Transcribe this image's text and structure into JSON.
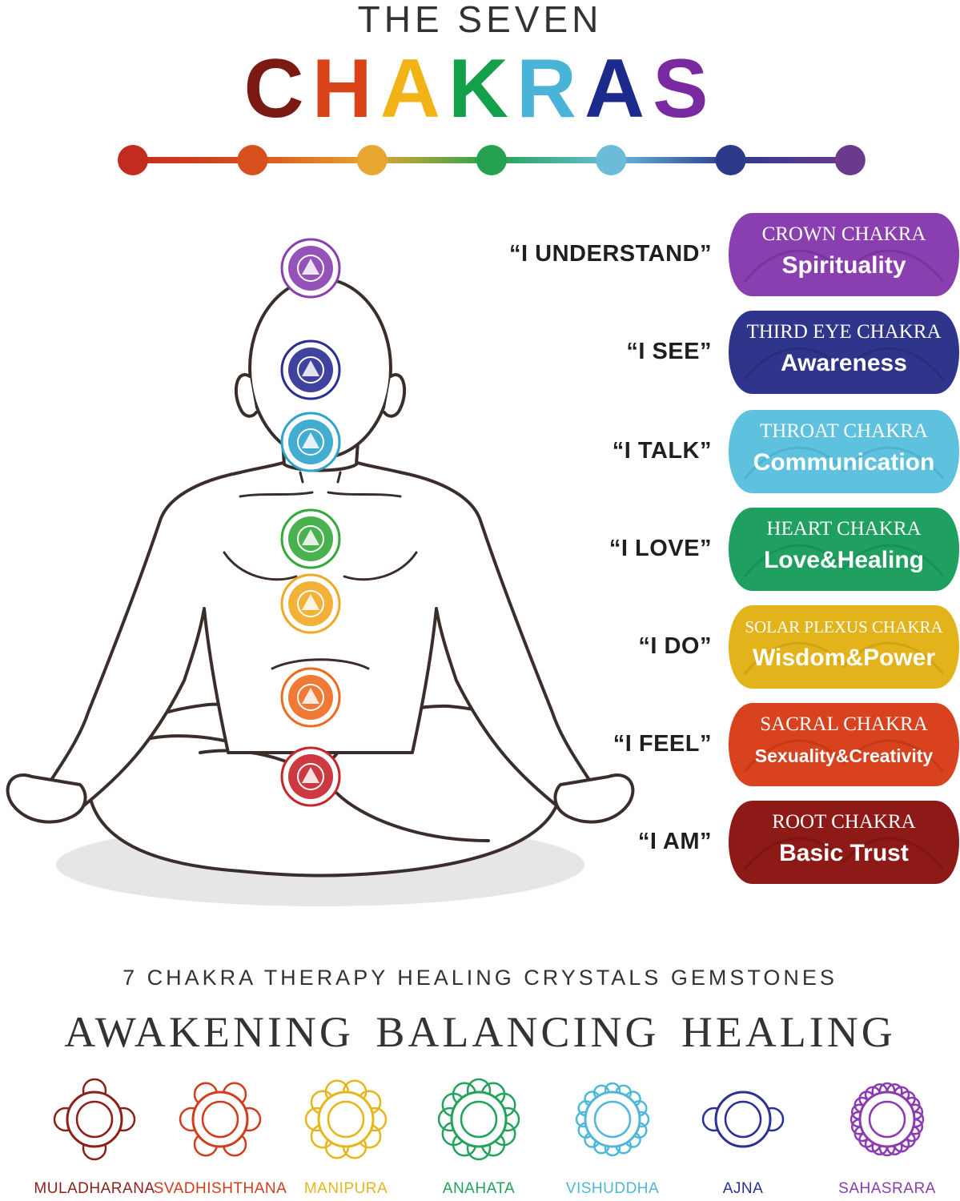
{
  "header": {
    "top_line": "THE SEVEN",
    "title_letters": [
      {
        "ch": "C",
        "color": "#7a1a12"
      },
      {
        "ch": "H",
        "color": "#d84218"
      },
      {
        "ch": "A",
        "color": "#f2b316"
      },
      {
        "ch": "K",
        "color": "#12a04a"
      },
      {
        "ch": "R",
        "color": "#4ab3d8"
      },
      {
        "ch": "A",
        "color": "#1c2a8c"
      },
      {
        "ch": "S",
        "color": "#7a2aa0"
      }
    ]
  },
  "rainbow_colors": [
    "#c42b20",
    "#d8501d",
    "#e9a531",
    "#24a24f",
    "#6bbcd8",
    "#2b3b8a",
    "#6a3a8c"
  ],
  "chakras": [
    {
      "quote": "“I UNDERSTAND”",
      "name": "CROWN CHAKRA",
      "value": "Spirituality",
      "color": "#8a3fb0",
      "dark": "#6e2d92"
    },
    {
      "quote": "“I SEE”",
      "name": "THIRD EYE CHAKRA",
      "value": "Awareness",
      "color": "#2f358a",
      "dark": "#252a72"
    },
    {
      "quote": "“I TALK”",
      "name": "THROAT CHAKRA",
      "value": "Communication",
      "color": "#5ec1de",
      "dark": "#44a9c8"
    },
    {
      "quote": "“I LOVE”",
      "name": "HEART CHAKRA",
      "value": "Love&Healing",
      "color": "#1fa060",
      "dark": "#16854e"
    },
    {
      "quote": "“I DO”",
      "name": "SOLAR PLEXUS CHAKRA",
      "value": "Wisdom&Power",
      "color": "#e2b31b",
      "dark": "#c69a10"
    },
    {
      "quote": "“I FEEL”",
      "name": "SACRAL CHAKRA",
      "value": "Sexuality&Creativity",
      "color": "#d8421f",
      "dark": "#b93414"
    },
    {
      "quote": "“I AM”",
      "name": "ROOT CHAKRA",
      "value": "Basic Trust",
      "color": "#8e1a18",
      "dark": "#731210"
    }
  ],
  "body_icon_colors": [
    "#8a3fb0",
    "#2b2f92",
    "#2ea3cc",
    "#35a83a",
    "#f2a922",
    "#ee6a1f",
    "#c7242b"
  ],
  "subtitle": "7 CHAKRA THERAPY HEALING CRYSTALS GEMSTONES",
  "tagline": "AWAKENING  BALANCING  HEALING",
  "sanskrit": [
    {
      "name": "MULADHARANA",
      "color": "#8e1f18"
    },
    {
      "name": "SVADHISHTHANA",
      "color": "#d23c1c"
    },
    {
      "name": "MANIPURA",
      "color": "#e5b71c"
    },
    {
      "name": "ANAHATA",
      "color": "#22a25b"
    },
    {
      "name": "VISHUDDHA",
      "color": "#4fb7d9"
    },
    {
      "name": "AJNA",
      "color": "#2b3094"
    },
    {
      "name": "SAHASRARA",
      "color": "#8b3cb0"
    }
  ]
}
